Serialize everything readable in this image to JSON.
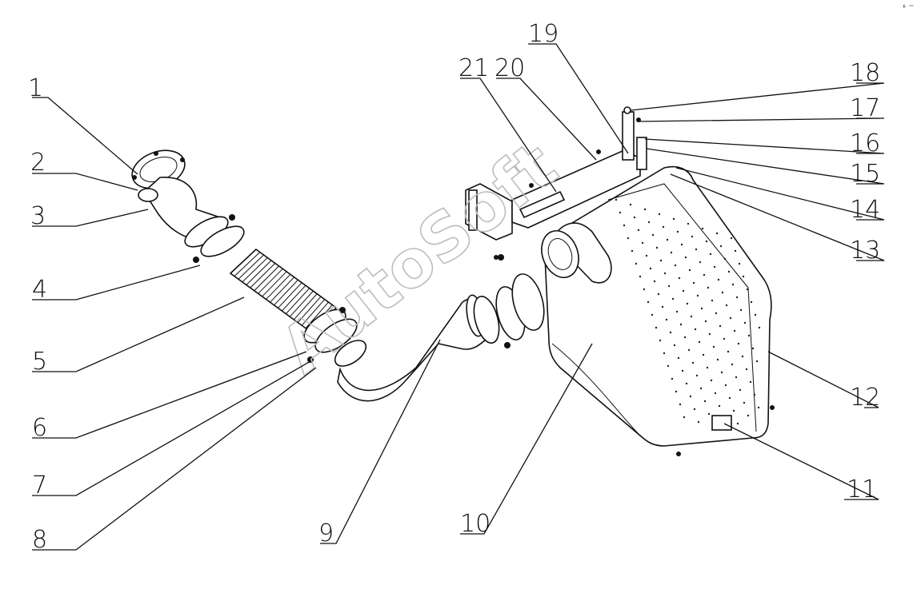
{
  "diagram": {
    "callouts": [
      "1",
      "2",
      "3",
      "4",
      "5",
      "6",
      "7",
      "8",
      "9",
      "10",
      "11",
      "12",
      "13",
      "14",
      "15",
      "16",
      "17",
      "18",
      "19",
      "20",
      "21"
    ],
    "watermark": "AutoSoft",
    "corner_mark": "ء ~"
  }
}
